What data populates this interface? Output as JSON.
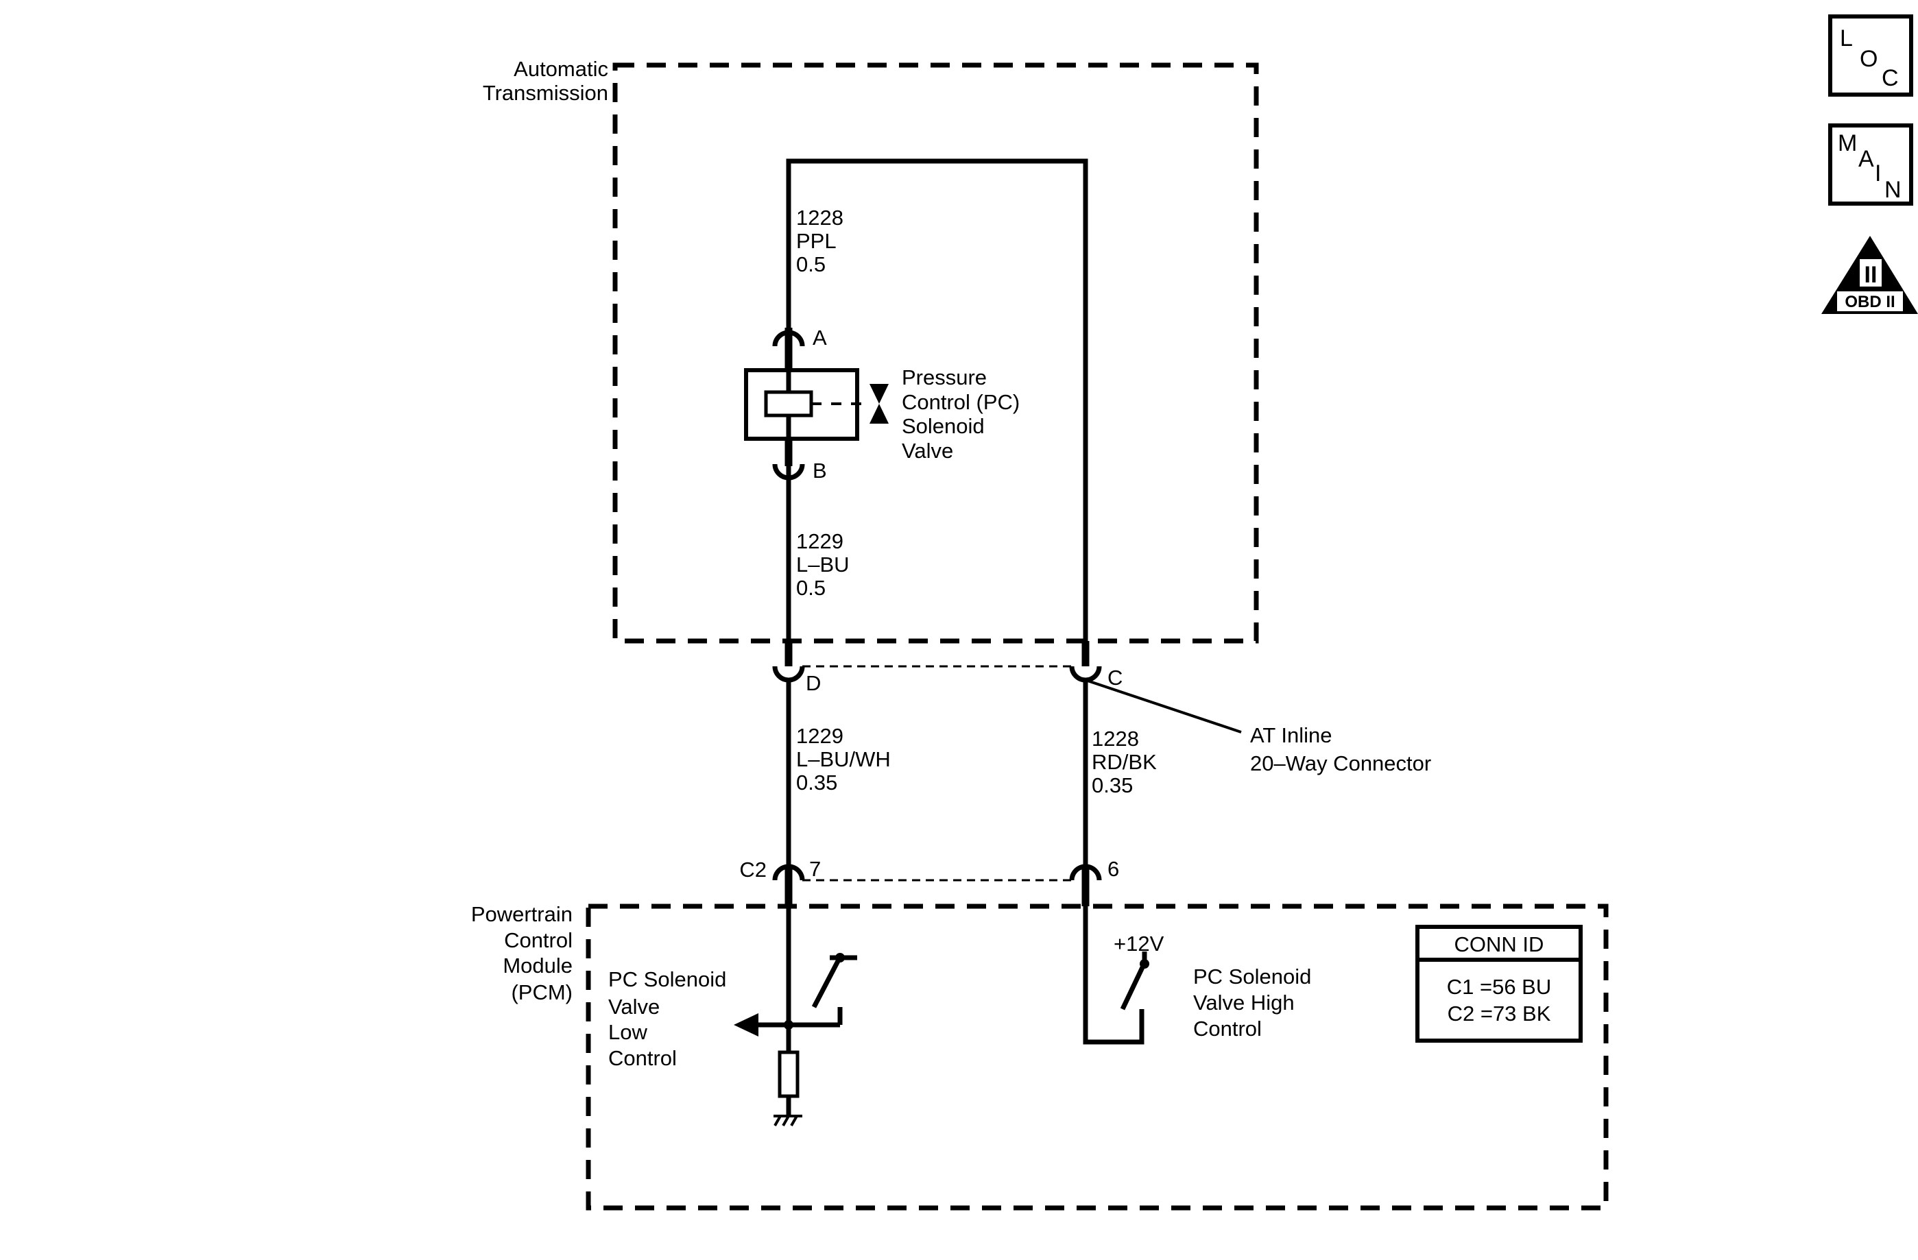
{
  "boundaries": {
    "transmission": [
      "Automatic",
      "Transmission"
    ],
    "pcm": [
      "Powertrain",
      "Control",
      "Module",
      "(PCM)"
    ]
  },
  "wires": {
    "w1228_ppl": [
      "1228",
      "PPL",
      "0.5"
    ],
    "w1229_lbu": [
      "1229",
      "L–BU",
      "0.5"
    ],
    "w1229_lbuwh": [
      "1229",
      "L–BU/WH",
      "0.35"
    ],
    "w1228_rdbk": [
      "1228",
      "RD/BK",
      "0.35"
    ]
  },
  "pins": {
    "a": "A",
    "b": "B",
    "c": "C",
    "d": "D",
    "p7": "7",
    "p6": "6",
    "c2": "C2"
  },
  "components": {
    "pc_solenoid": [
      "Pressure",
      "Control (PC)",
      "Solenoid",
      "Valve"
    ],
    "at_connector": [
      "AT Inline",
      "20–Way Connector"
    ],
    "low_control": [
      "PC Solenoid",
      "Valve",
      "Low",
      "Control"
    ],
    "high_control": [
      "PC  Solenoid",
      "Valve High",
      "Control"
    ],
    "plus12v": "+12V"
  },
  "conn_id": {
    "title": "CONN ID",
    "c1": "C1 =56 BU",
    "c2": "C2 =73 BK"
  },
  "nav": {
    "loc": [
      "L",
      "O",
      "C"
    ],
    "main": [
      "M",
      "A",
      "I",
      "N"
    ],
    "obd": {
      "roman": "II",
      "label": "OBD II"
    }
  }
}
